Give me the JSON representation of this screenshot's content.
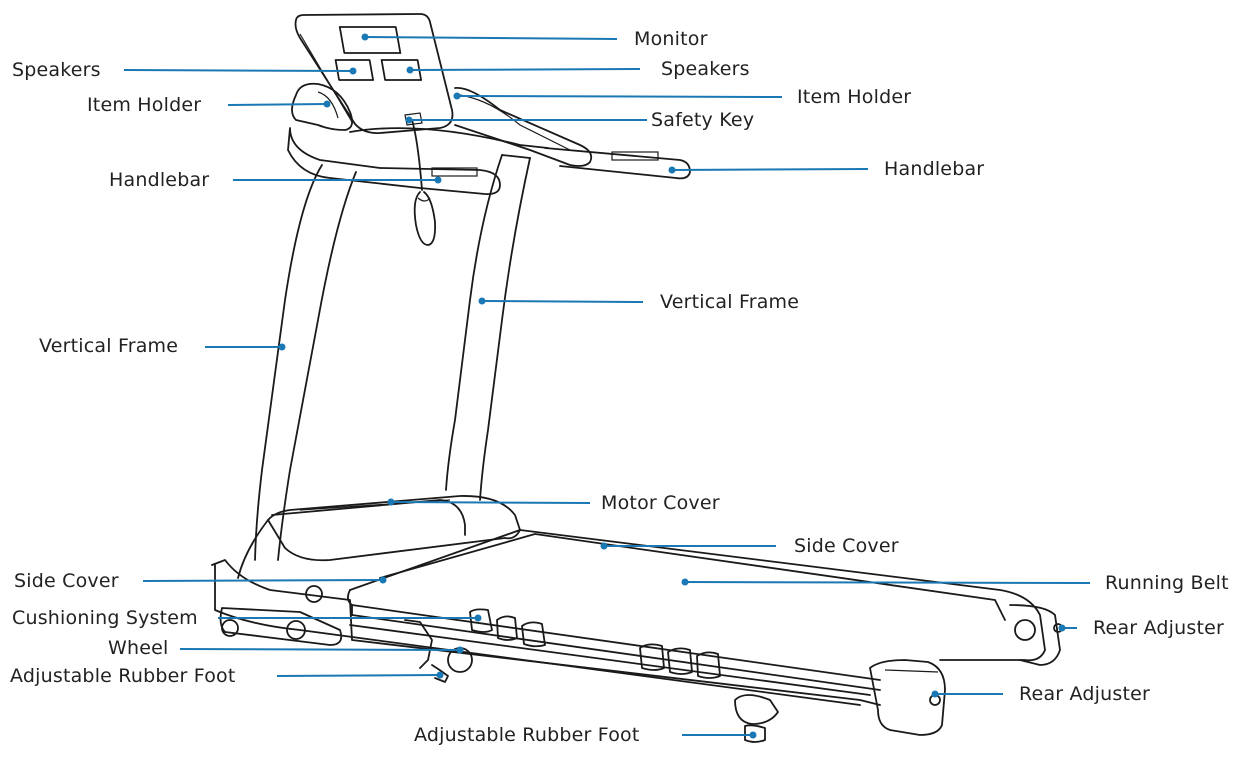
{
  "colors": {
    "leader": "#1a78b4",
    "outline": "#1a1a1a",
    "text": "#222222"
  },
  "labels": {
    "monitor": "Monitor",
    "speakers_left": "Speakers",
    "speakers_right": "Speakers",
    "item_holder_left": "Item Holder",
    "item_holder_right": "Item Holder",
    "safety_key": "Safety Key",
    "handlebar_left": "Handlebar",
    "handlebar_right": "Handlebar",
    "vertical_frame_left": "Vertical Frame",
    "vertical_frame_right": "Vertical Frame",
    "motor_cover": "Motor Cover",
    "side_cover_right": "Side Cover",
    "side_cover_left": "Side Cover",
    "running_belt": "Running Belt",
    "cushioning_system": "Cushioning System",
    "rear_adjuster_top": "Rear Adjuster",
    "wheel": "Wheel",
    "adjustable_rubber_foot_left": "Adjustable Rubber Foot",
    "rear_adjuster_bottom": "Rear Adjuster",
    "adjustable_rubber_foot_bottom": "Adjustable Rubber Foot"
  }
}
